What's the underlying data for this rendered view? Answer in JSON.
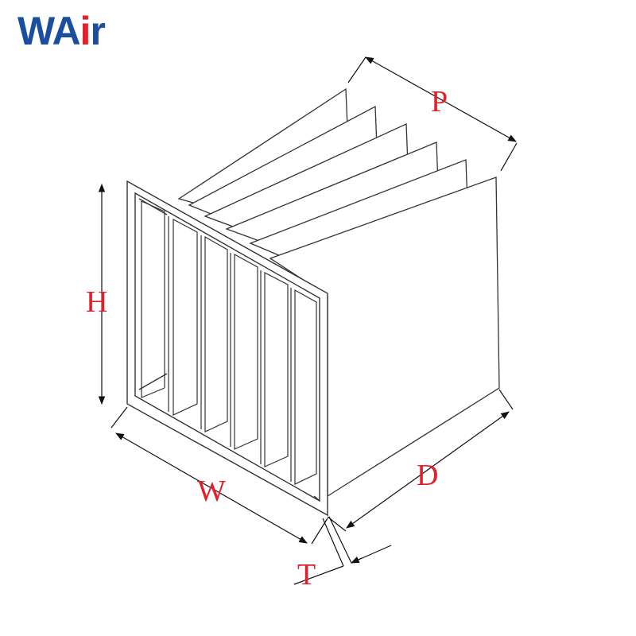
{
  "logo": {
    "text_w": "W",
    "text_a": "A",
    "text_i": "i",
    "text_r": "r",
    "primary_color": "#1a4fa0",
    "accent_color": "#e0202a"
  },
  "labels": {
    "height": "H",
    "width": "W",
    "depth": "D",
    "pitch": "P",
    "thickness": "T"
  },
  "colors": {
    "line": "#333333",
    "dimension_label": "#e0202a"
  }
}
